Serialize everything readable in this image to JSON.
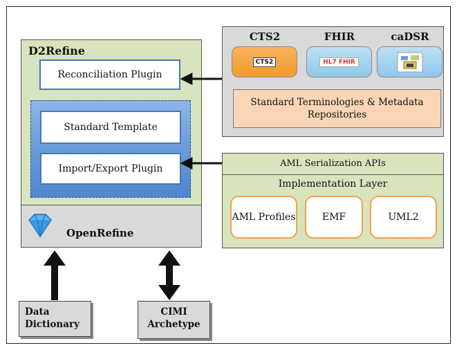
{
  "d2refine": {
    "title": "D2Refine",
    "reconciliation_plugin": "Reconciliation Plugin",
    "standard_template": "Standard Template",
    "import_export_plugin": "Import/Export Plugin"
  },
  "openrefine": {
    "label": "OpenRefine"
  },
  "repositories": {
    "items": [
      {
        "title": "CTS2",
        "badge": "CTS2"
      },
      {
        "title": "FHIR",
        "badge": "HL7 FHIR"
      },
      {
        "title": "caDSR"
      }
    ],
    "standard_terminologies": "Standard Terminologies & Metadata Repositories"
  },
  "aml": {
    "header": "AML Serialization APIs",
    "implementation_layer": "Implementation Layer",
    "chips": {
      "aml_profiles": "AML Profiles",
      "emf": "EMF",
      "uml2": "UML2"
    }
  },
  "documents": {
    "data_dictionary": "Data Dictionary",
    "cimi_archetype": "CIMI Archetype"
  },
  "colors": {
    "d2refine_fill": "#d7e4bd",
    "gray_fill": "#d9d9d9",
    "plugin_border": "#4a77b4",
    "std_term_fill": "#fbd5b5",
    "chip_border": "#f2a24a"
  }
}
